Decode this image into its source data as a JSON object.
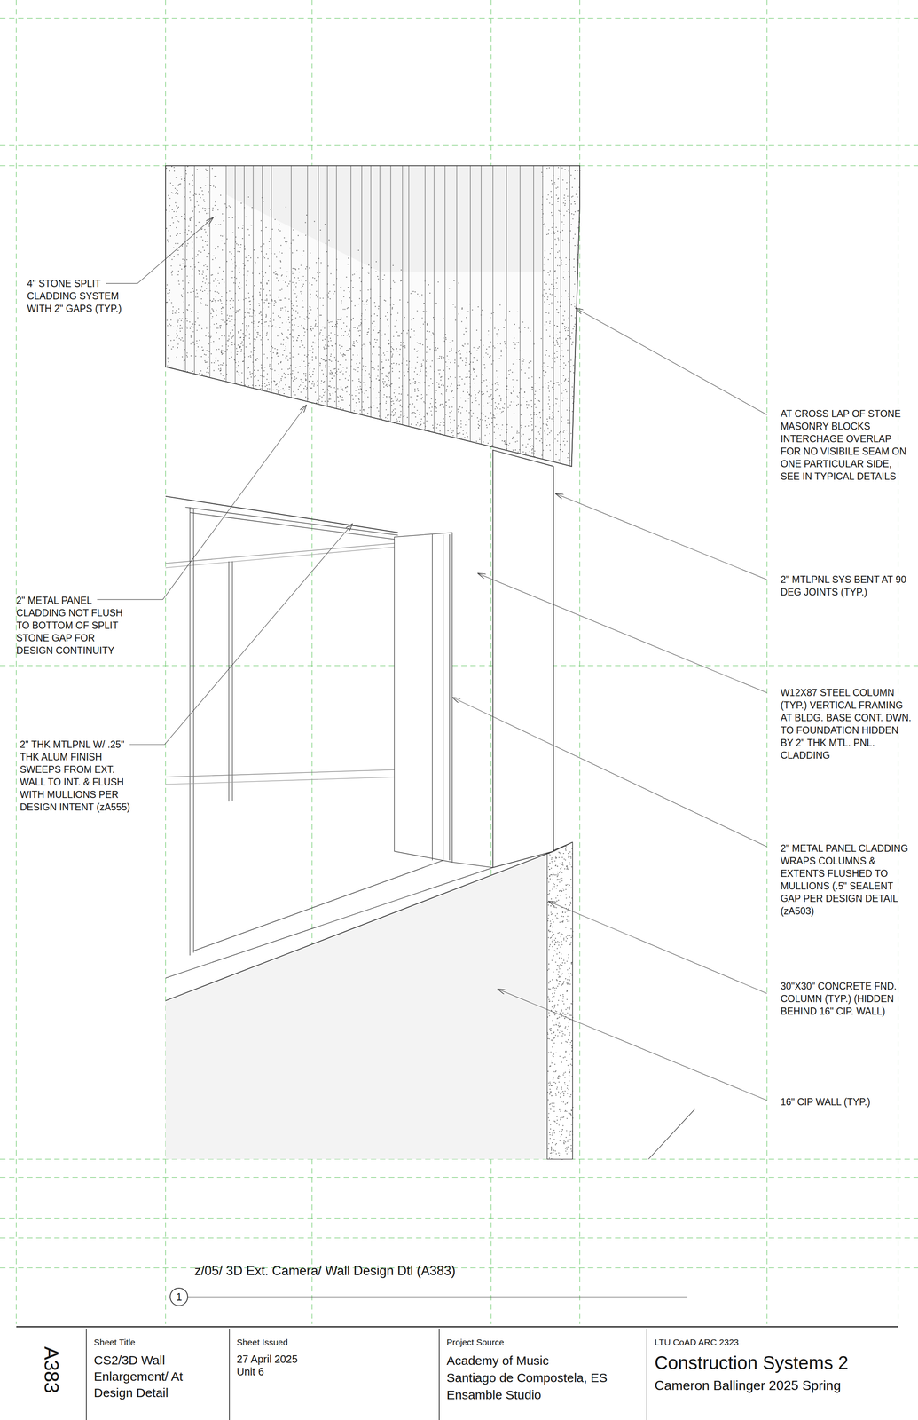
{
  "diagram": {
    "nodes": [
      {
        "text": [
          "1"
        ]
      },
      {
        "text": [
          "A383"
        ]
      },
      {
        "text": [
          "Sheet Title",
          "CS2/3D Wall Enlargement/ At Design Detail"
        ]
      },
      {
        "text": [
          "Sheet Issued",
          "27 April 2025",
          "Unit 6"
        ]
      },
      {
        "text": [
          "Project Source",
          "Academy of Music",
          "Santiago de Compostela, ES",
          "Ensamble Studio"
        ]
      },
      {
        "text": [
          "LTU CoAD ARC 2323",
          "Construction Systems 2",
          "Cameron Ballinger 2025 Spring"
        ]
      }
    ],
    "labels": [
      "4\" STONE SPLIT CLADDING SYSTEM WITH 2\" GAPS (TYP.)",
      "AT CROSS LAP OF STONE MASONRY BLOCKS INTERCHAGE OVERLAP FOR NO VISIBILE SEAM ON ONE PARTICULAR SIDE, SEE IN TYPICAL DETAILS",
      "2\" MTLPNL SYS BENT AT 90 DEG JOINTS (TYP.)",
      "2\" METAL PANEL CLADDING NOT FLUSH TO BOTTOM OF SPLIT STONE GAP FOR DESIGN CONTINUITY",
      "W12X87 STEEL COLUMN (TYP.) VERTICAL FRAMING AT BLDG. BASE CONT. DWN. TO FOUNDATION HIDDEN BY 2\" THK MTL. PNL. CLADDING",
      "2\" THK MTLPNL W/ .25\" THK ALUM FINISH SWEEPS FROM EXT. WALL TO INT. & FLUSH WITH MULLIONS PER DESIGN INTENT (zA555)",
      "2\" METAL PANEL CLADDING WRAPS COLUMNS & EXTENTS FLUSHED TO MULLIONS (.5\" SEALENT GAP PER DESIGN DETAIL (zA503)",
      "30\"X30\" CONCRETE FND. COLUMN (TYP.) (HIDDEN BEHIND 16\" CIP. WALL)",
      "16\" CIP WALL (TYP.)",
      "z/05/ 3D Ext. Camera/ Wall Design Dtl (A383)"
    ]
  }
}
